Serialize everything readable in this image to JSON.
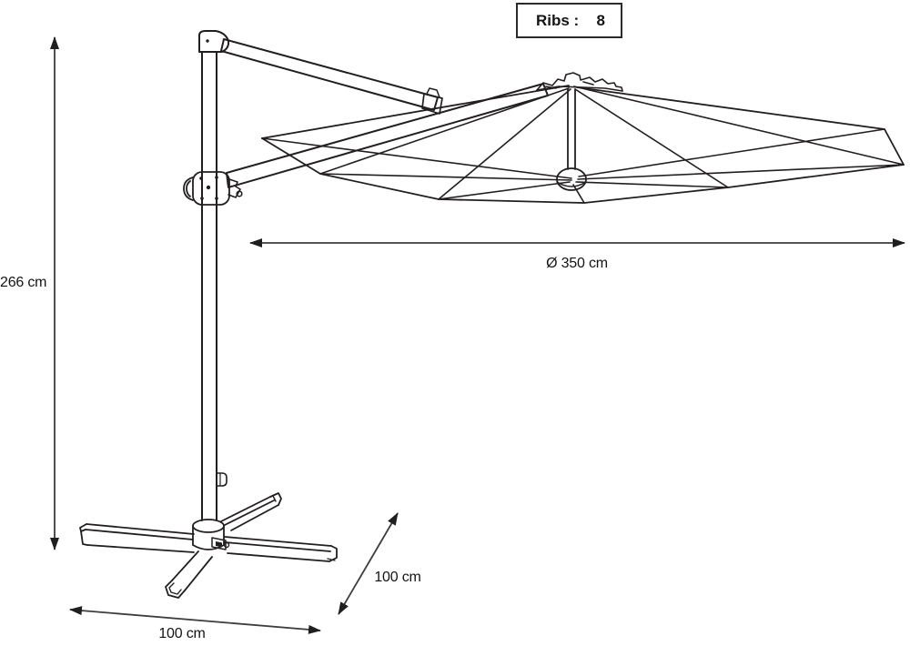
{
  "ribs_box": {
    "label": "Ribs :",
    "value": "8"
  },
  "dimensions": {
    "height_label": "266 cm",
    "diameter_label": "Ø 350 cm",
    "base_width_label": "100 cm",
    "base_depth_label": "100 cm"
  },
  "colors": {
    "background": "#ffffff",
    "structure_line": "#231f20",
    "dimension_line": "#3d3d3d",
    "arrowhead": "#1f1f1f",
    "text": "#141414",
    "ribs_box_border": "#2b2b2b"
  }
}
